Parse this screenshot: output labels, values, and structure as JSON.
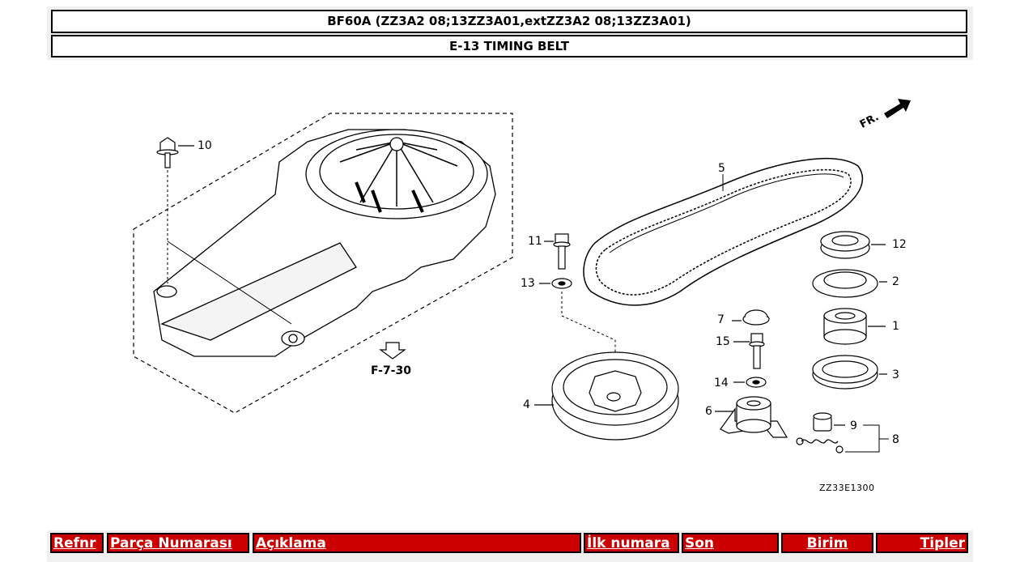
{
  "header": {
    "model": "BF60A (ZZ3A2 08;13ZZ3A01,extZZ3A2 08;13ZZ3A01)",
    "section": "E-13 TIMING BELT"
  },
  "diagram": {
    "fr_label": "FR.",
    "ref_label": "F-7-30",
    "image_code": "ZZ33E1300",
    "callouts": {
      "c10": "10",
      "c5": "5",
      "c11": "11",
      "c13": "13",
      "c12": "12",
      "c2": "2",
      "c1": "1",
      "c3": "3",
      "c7": "7",
      "c15": "15",
      "c14": "14",
      "c4": "4",
      "c6": "6",
      "c9": "9",
      "c8": "8"
    }
  },
  "table": {
    "headers": {
      "refnr": "Refnr",
      "part_number": "Parça Numarası",
      "description": "Açıklama",
      "first_number": "İlk numara",
      "last": "Son",
      "unit": "Birim",
      "types": "Tipler"
    }
  },
  "colors": {
    "table_header_bg": "#cc0000",
    "table_header_text": "#ffffff"
  }
}
